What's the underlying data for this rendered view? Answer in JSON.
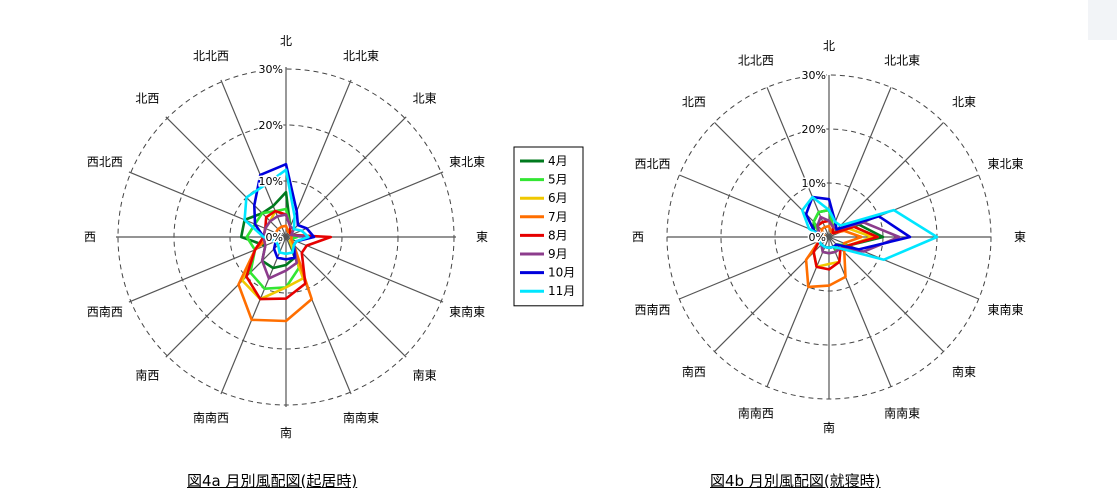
{
  "directions": [
    "北",
    "北北東",
    "北東",
    "東北東",
    "東",
    "東南東",
    "南東",
    "南南東",
    "南",
    "南南西",
    "南西",
    "西南西",
    "西",
    "西北西",
    "北西",
    "北北西"
  ],
  "ring_labels": [
    "30%",
    "20%",
    "10%",
    "0%"
  ],
  "colors": {
    "4月": "#007a1e",
    "5月": "#33e633",
    "6月": "#f0c800",
    "7月": "#ff6e00",
    "8月": "#e60000",
    "9月": "#8c3c8c",
    "10月": "#0000dc",
    "11月": "#00e6ff"
  },
  "chart_data": [
    {
      "type": "radar",
      "title": "図4a 月別風配図(起居時)",
      "axes": [
        "北",
        "北北東",
        "北東",
        "東北東",
        "東",
        "東南東",
        "南東",
        "南南東",
        "南",
        "南南西",
        "南西",
        "西南西",
        "西",
        "西北西",
        "北西",
        "北北西"
      ],
      "rlim": [
        0,
        30
      ],
      "ticks": [
        "30%",
        "20%",
        "10%",
        "0%"
      ],
      "grid": true,
      "legend": "right",
      "series": [
        {
          "name": "4月",
          "values": [
            8,
            2,
            1,
            1,
            1,
            1,
            1,
            4,
            5,
            6,
            6,
            4,
            8,
            8,
            6,
            6
          ]
        },
        {
          "name": "5月",
          "values": [
            5,
            2,
            1,
            1,
            2,
            1,
            2,
            6,
            9,
            10,
            9,
            6,
            7,
            6,
            6,
            5
          ]
        },
        {
          "name": "6月",
          "values": [
            4,
            2,
            1,
            1,
            1,
            1,
            1,
            8,
            9,
            12,
            11,
            6,
            4,
            4,
            4,
            5
          ]
        },
        {
          "name": "7月",
          "values": [
            2,
            1,
            1,
            1,
            1,
            1,
            2,
            12,
            15,
            16,
            12,
            6,
            3,
            2,
            2,
            2
          ]
        },
        {
          "name": "8月",
          "values": [
            4,
            2,
            1,
            1,
            8,
            4,
            4,
            9,
            11,
            12,
            10,
            6,
            4,
            4,
            5,
            5
          ]
        },
        {
          "name": "9月",
          "values": [
            4,
            2,
            2,
            1,
            4,
            2,
            2,
            5,
            6,
            8,
            6,
            4,
            4,
            4,
            4,
            4
          ]
        },
        {
          "name": "10月",
          "values": [
            13,
            5,
            3,
            4,
            5,
            2,
            2,
            4,
            4,
            4,
            3,
            2,
            4,
            6,
            8,
            12
          ]
        },
        {
          "name": "11月",
          "values": [
            12,
            4,
            2,
            3,
            4,
            2,
            2,
            3,
            3,
            3,
            2,
            2,
            4,
            8,
            10,
            10
          ]
        }
      ]
    },
    {
      "type": "radar",
      "title": "図4b 月別風配図(就寝時)",
      "axes": [
        "北",
        "北北東",
        "北東",
        "東北東",
        "東",
        "東南東",
        "南東",
        "南南東",
        "南",
        "南南西",
        "南西",
        "西南西",
        "西",
        "西北西",
        "北西",
        "北北西"
      ],
      "rlim": [
        0,
        30
      ],
      "ticks": [
        "30%",
        "20%",
        "10%",
        "0%"
      ],
      "grid": true,
      "series": [
        {
          "name": "4月",
          "values": [
            5,
            2,
            1,
            6,
            10,
            4,
            2,
            2,
            2,
            2,
            2,
            2,
            1,
            3,
            4,
            5
          ]
        },
        {
          "name": "5月",
          "values": [
            5,
            2,
            1,
            5,
            9,
            4,
            2,
            3,
            3,
            3,
            2,
            2,
            1,
            2,
            4,
            5
          ]
        },
        {
          "name": "6月",
          "values": [
            3,
            2,
            1,
            4,
            8,
            4,
            3,
            5,
            5,
            6,
            4,
            2,
            1,
            2,
            3,
            3
          ]
        },
        {
          "name": "7月",
          "values": [
            2,
            1,
            1,
            3,
            6,
            3,
            4,
            8,
            9,
            10,
            6,
            2,
            1,
            1,
            2,
            2
          ]
        },
        {
          "name": "8月",
          "values": [
            3,
            2,
            1,
            5,
            9,
            4,
            3,
            5,
            6,
            6,
            4,
            2,
            1,
            2,
            3,
            3
          ]
        },
        {
          "name": "9月",
          "values": [
            3,
            2,
            2,
            7,
            13,
            7,
            3,
            3,
            3,
            3,
            2,
            2,
            1,
            2,
            3,
            4
          ]
        },
        {
          "name": "10月",
          "values": [
            7,
            3,
            2,
            10,
            15,
            6,
            2,
            2,
            2,
            2,
            2,
            2,
            1,
            3,
            6,
            8
          ]
        },
        {
          "name": "11月",
          "values": [
            5,
            3,
            3,
            13,
            20,
            11,
            3,
            2,
            2,
            2,
            2,
            2,
            1,
            4,
            7,
            8
          ]
        }
      ]
    }
  ]
}
